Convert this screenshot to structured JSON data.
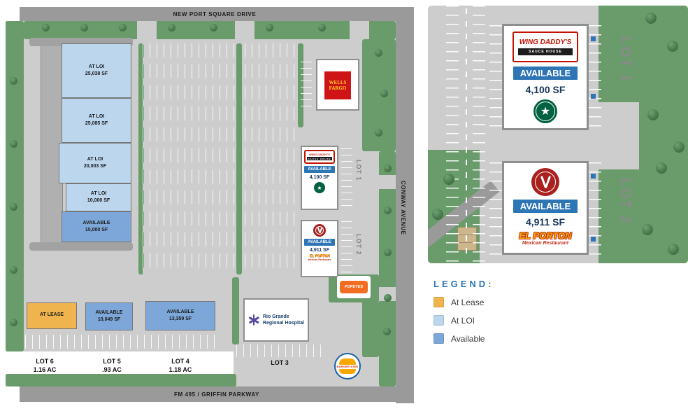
{
  "roads": {
    "top": "NEW PORT SQUARE DRIVE",
    "right": "CONWAY AVENUE",
    "bottom": "FM 495 / GRIFFIN PARKWAY"
  },
  "anchor_units": [
    {
      "status": "AT LOI",
      "size": "25,038 SF"
    },
    {
      "status": "AT LOI",
      "size": "25,085 SF"
    },
    {
      "status": "AT LOI",
      "size": "20,003 SF"
    },
    {
      "status": "AT LOI",
      "size": "10,000 SF"
    },
    {
      "status": "AVAILABLE",
      "size": "15,000 SF"
    }
  ],
  "strip_units": [
    {
      "status": "AT LEASE",
      "size": ""
    },
    {
      "status": "AVAILABLE",
      "size": "10,049 SF"
    },
    {
      "status": "AVAILABLE",
      "size": "13,359 SF"
    }
  ],
  "pad1": {
    "status": "AVAILABLE",
    "size": "4,100 SF",
    "lot": "LOT 1"
  },
  "pad2": {
    "status": "AVAILABLE",
    "size": "4,911 SF",
    "lot": "LOT 2"
  },
  "lots": [
    {
      "name": "LOT 6",
      "area": "1.16 AC"
    },
    {
      "name": "LOT 5",
      "area": ".93 AC"
    },
    {
      "name": "LOT 4",
      "area": "1.18 AC"
    },
    {
      "name": "LOT 3",
      "area": ""
    }
  ],
  "tenants": {
    "wells_fargo_1": "WELLS",
    "wells_fargo_2": "FARGO",
    "wing_daddys": "WING DADDY'S",
    "wing_daddys_sub": "SAUCE HOUSE",
    "el_porton": "EL PORTON",
    "el_porton_sub": "Mexican Restaurant",
    "hospital_1": "Rio Grande",
    "hospital_2": "Regional Hospital",
    "popeyes": "POPEYES",
    "burger_king": "BURGER KING"
  },
  "icons": {
    "star": "★"
  },
  "legend": {
    "title": "LEGEND:",
    "items": [
      {
        "label": "At Lease",
        "color": "#f0b44f"
      },
      {
        "label": "At LOI",
        "color": "#bcd6ee"
      },
      {
        "label": "Available",
        "color": "#7da7d8"
      }
    ]
  },
  "colors": {
    "green": "#699b6b",
    "road": "#9a9a9a",
    "site": "#cdcdcd",
    "accent_blue": "#2e75b6",
    "at_lease": "#f0b44f",
    "at_loi": "#bcd6ee",
    "available": "#7da7d8"
  }
}
